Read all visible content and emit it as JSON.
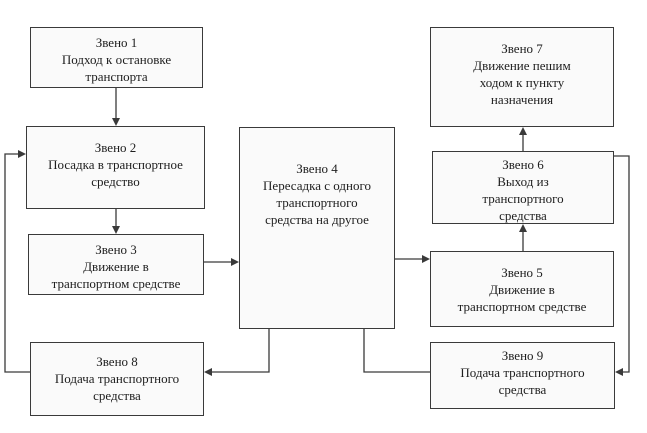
{
  "boxes": {
    "zveno1": {
      "lines": [
        "Звено 1",
        "Подход к остановке",
        "транспорта"
      ]
    },
    "zveno2": {
      "lines": [
        "Звено 2",
        "Посадка в транспортное",
        "средство"
      ]
    },
    "zveno3": {
      "lines": [
        "Звено 3",
        "Движение в",
        "транспортном средстве"
      ]
    },
    "zveno4": {
      "lines": [
        "Звено 4",
        "Пересадка с одного",
        "транспортного",
        "средства на другое"
      ]
    },
    "zveno5": {
      "lines": [
        "Звено 5",
        "Движение в",
        "транспортном средстве"
      ]
    },
    "zveno6": {
      "lines": [
        "Звено 6",
        "Выход из",
        "транспортного",
        "средства"
      ]
    },
    "zveno7": {
      "lines": [
        "Звено 7",
        "Движение пешим",
        "ходом к пункту",
        "назначения"
      ]
    },
    "zveno8": {
      "lines": [
        "Звено 8",
        "Подача транспортного",
        "средства"
      ]
    },
    "zveno9": {
      "lines": [
        "Звено 9",
        "Подача транспортного",
        "средства"
      ]
    }
  }
}
